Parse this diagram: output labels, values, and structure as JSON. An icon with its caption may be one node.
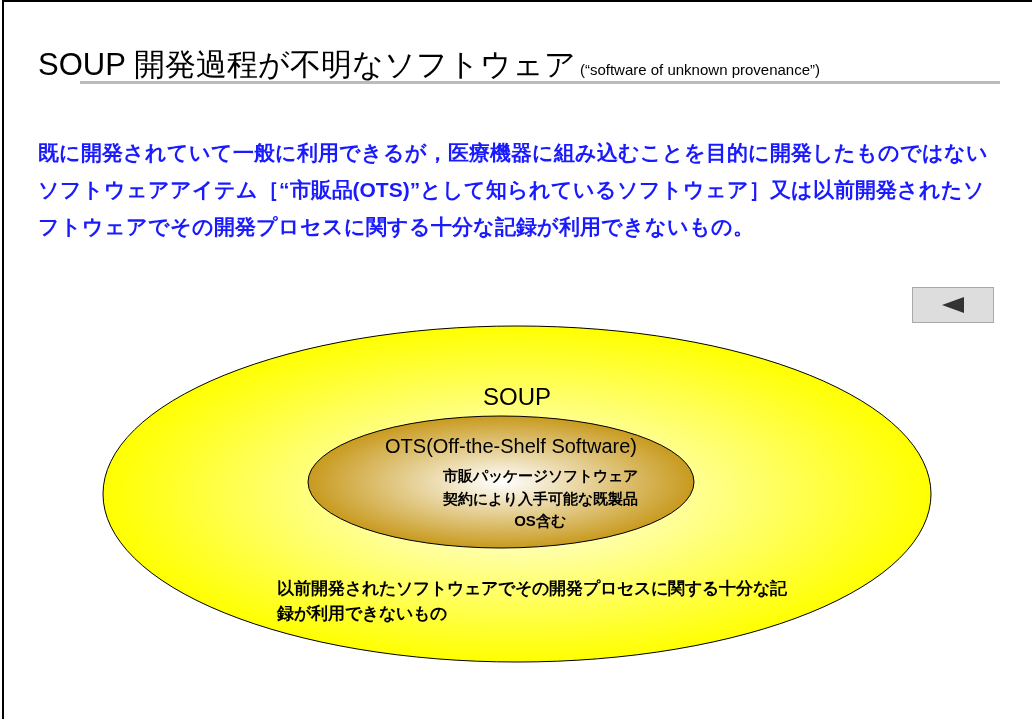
{
  "diagram": {
    "title": "SOUP 開発過程が不明なソフトウェア",
    "nodes": [
      {
        "text": [
          "SOUP",
          "以前開発されたソフトウェアでその開発プロセスに関する十分な記録が利用できないもの"
        ]
      },
      {
        "text": [
          "OTS(Off-the-Shelf Software)",
          "市販パッケージソフトウェア",
          "契約により入手可能な既製品",
          "OS含む"
        ],
        "in": 0
      }
    ],
    "labels": [
      "(“software of unknown  provenance”)",
      "既に開発されていて一般に利用できるが，医療機器に組み込むことを目的に開発したものではないソフトウェアアイテム［“市販品(OTS)”として知られているソフトウェア］又は以前開発されたソフトウェアでその開発プロセスに関する十分な記録が利用できないもの。"
    ]
  }
}
